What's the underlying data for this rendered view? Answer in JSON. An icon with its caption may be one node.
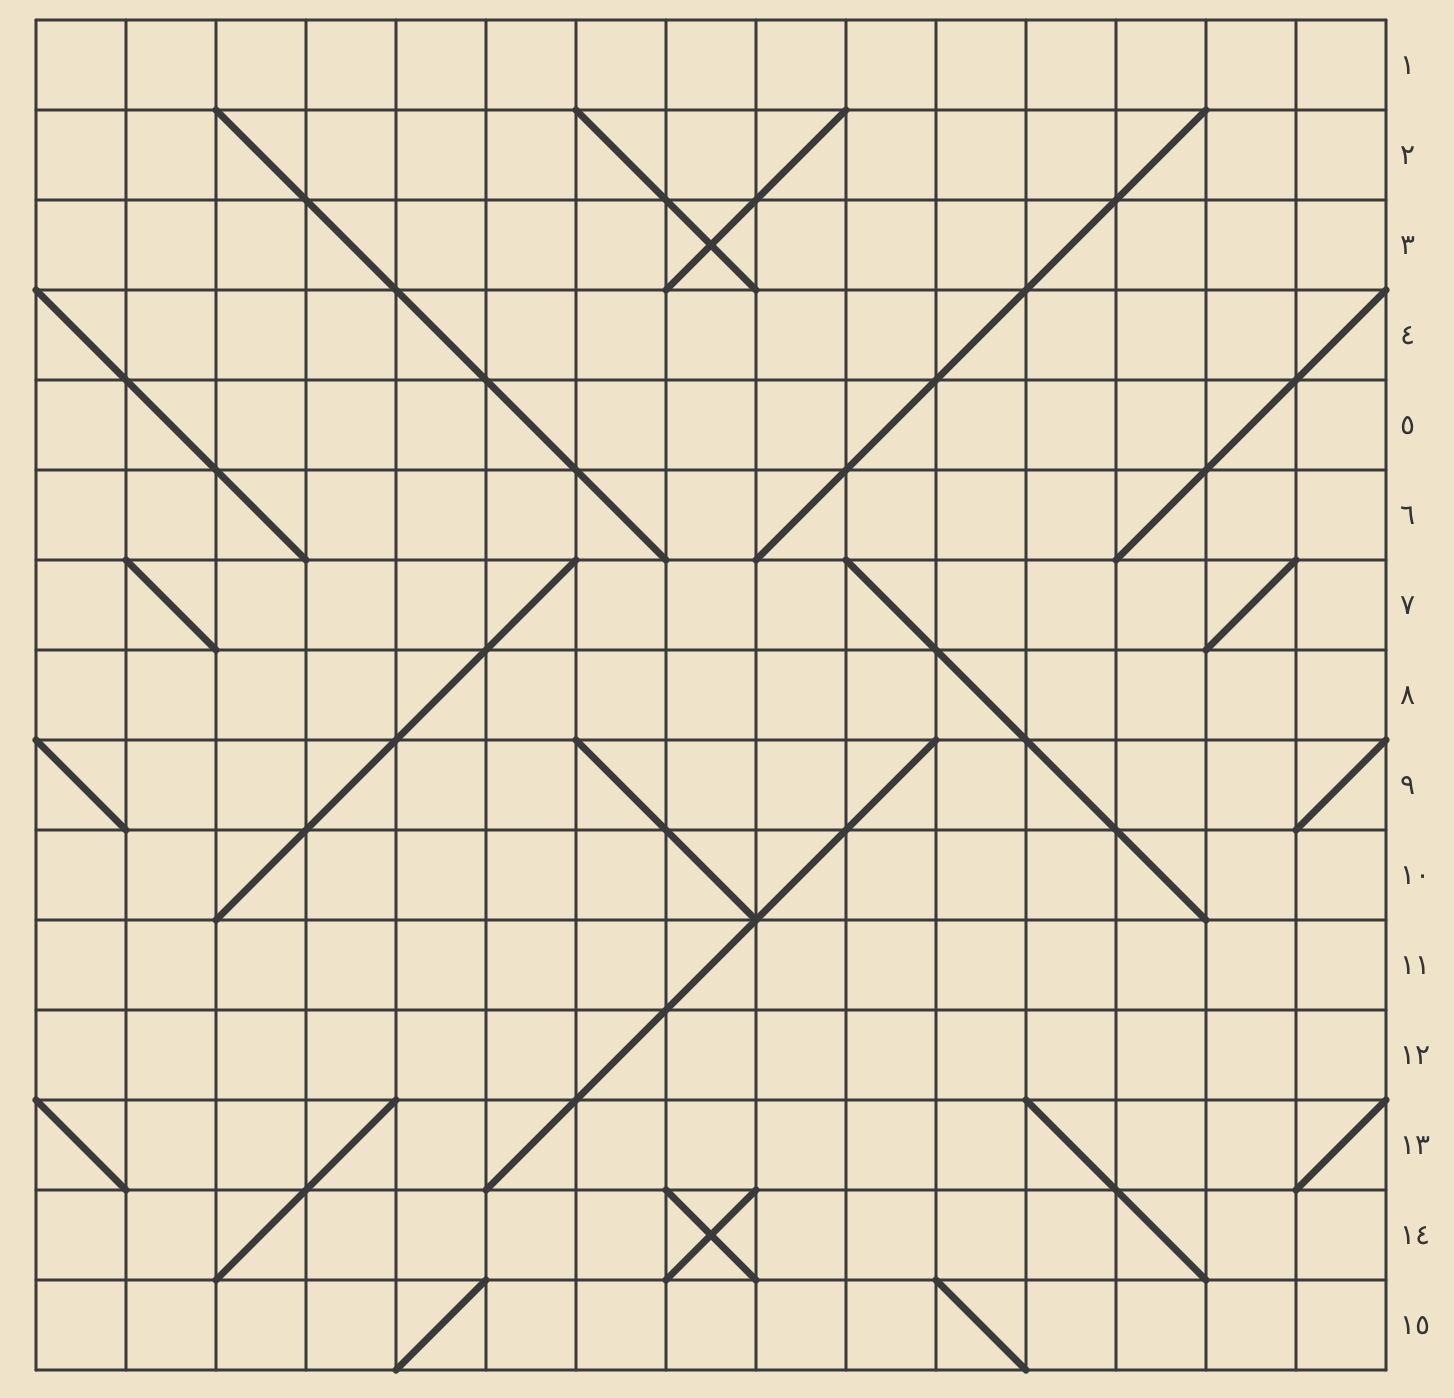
{
  "diagram": {
    "labels": [
      "١",
      "٢",
      "٣",
      "٤",
      "٥",
      "٦",
      "٧",
      "٨",
      "٩",
      "١٠",
      "١١",
      "١٢",
      "١٣",
      "١٤",
      "١٥"
    ]
  }
}
